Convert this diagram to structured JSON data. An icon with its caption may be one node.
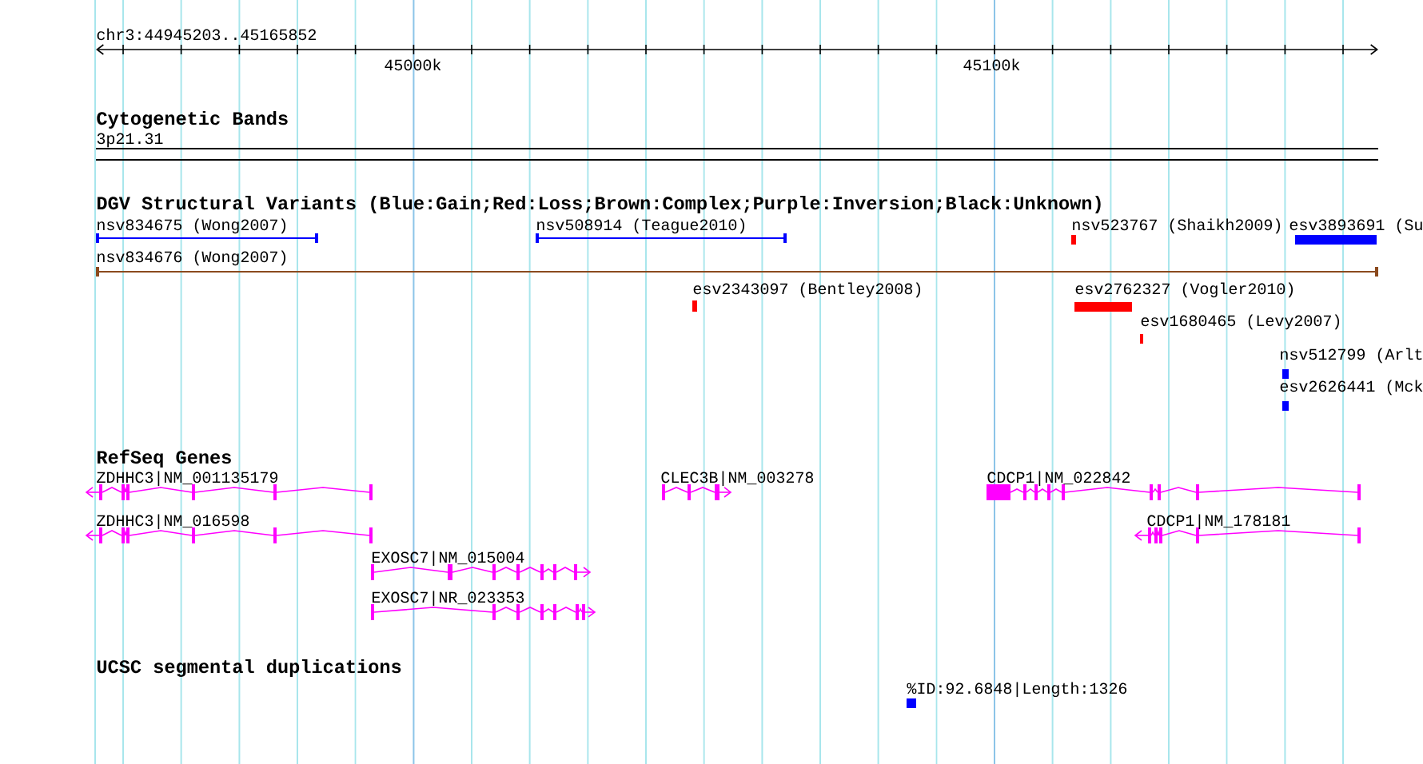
{
  "diagram": {
    "labels": [
      "chr3:44945203..45165852",
      "45000k",
      "45100k",
      "Cytogenetic Bands",
      "3p21.31",
      "DGV Structural Variants (Blue:Gain;Red:Loss;Brown:Complex;Purple:Inversion;Black:Unknown)",
      "nsv834675 (Wong2007)",
      "nsv508914 (Teague2010)",
      "nsv523767 (Shaikh2009)",
      "esv3893691 (Su",
      "nsv834676 (Wong2007)",
      "esv2343097 (Bentley2008)",
      "esv2762327 (Vogler2010)",
      "esv1680465 (Levy2007)",
      "nsv512799 (Arlt",
      "esv2626441 (Mck",
      "RefSeq Genes",
      "ZDHHC3|NM_001135179",
      "CLEC3B|NM_003278",
      "CDCP1|NM_022842",
      "ZDHHC3|NM_016598",
      "CDCP1|NM_178181",
      "EXOSC7|NM_015004",
      "EXOSC7|NR_023353",
      "UCSC segmental duplications",
      "%ID:92.6848|Length:1326"
    ]
  }
}
